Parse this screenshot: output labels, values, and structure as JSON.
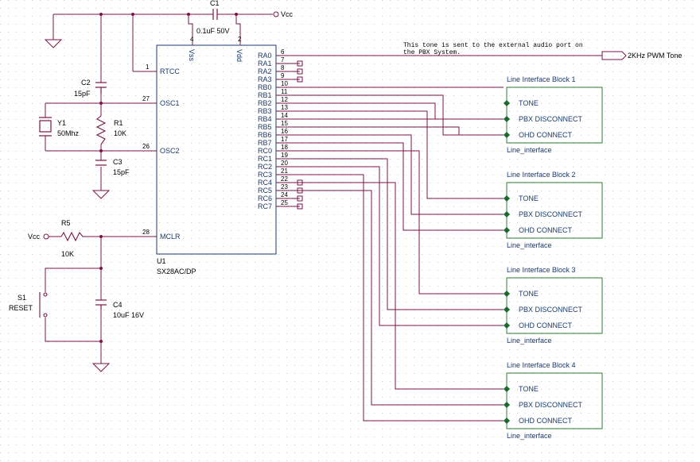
{
  "labels": {
    "vcc_top": "Vcc",
    "vcc_left": "Vcc",
    "c1": "C1",
    "c1_val": "0.1uF 50V",
    "c2": "C2",
    "c2_val": "15pF",
    "c3": "C3",
    "c3_val": "15pF",
    "c4": "C4",
    "c4_val": "10uF 16V",
    "r1": "R1",
    "r1_val": "10K",
    "r5": "R5",
    "r5_val": "10K",
    "y1": "Y1",
    "y1_val": "50Mhz",
    "s1": "S1",
    "s1_val": "RESET",
    "u1": "U1",
    "u1_val": "SX28AC/DP",
    "note_line1": "This tone is sent to the external audio port on",
    "note_line2": "the PBX System.",
    "tone_port": "2KHz PWM Tone"
  },
  "chip_left_pins": [
    {
      "num": "1",
      "name": "RTCC"
    },
    {
      "num": "27",
      "name": "OSC1"
    },
    {
      "num": "26",
      "name": "OSC2"
    },
    {
      "num": "28",
      "name": "MCLR"
    }
  ],
  "chip_top_pins": [
    {
      "num": "4",
      "name": "Vss"
    },
    {
      "num": "2",
      "name": "Vdd"
    }
  ],
  "chip_right_pins": [
    {
      "name": "RA0",
      "num": "6"
    },
    {
      "name": "RA1",
      "num": "7"
    },
    {
      "name": "RA2",
      "num": "8"
    },
    {
      "name": "RA3",
      "num": "9"
    },
    {
      "name": "RB0",
      "num": "10"
    },
    {
      "name": "RB1",
      "num": "11"
    },
    {
      "name": "RB2",
      "num": "12"
    },
    {
      "name": "RB3",
      "num": "13"
    },
    {
      "name": "RB4",
      "num": "14"
    },
    {
      "name": "RB5",
      "num": "15"
    },
    {
      "name": "RB6",
      "num": "16"
    },
    {
      "name": "RB7",
      "num": "17"
    },
    {
      "name": "RC0",
      "num": "18"
    },
    {
      "name": "RC1",
      "num": "19"
    },
    {
      "name": "RC2",
      "num": "20"
    },
    {
      "name": "RC3",
      "num": "21"
    },
    {
      "name": "RC4",
      "num": "22"
    },
    {
      "name": "RC5",
      "num": "23"
    },
    {
      "name": "RC6",
      "num": "24"
    },
    {
      "name": "RC7",
      "num": "25"
    }
  ],
  "blocks": [
    {
      "title": "Line Interface Block 1",
      "type": "Line_interface",
      "ports": [
        "TONE",
        "PBX DISCONNECT",
        "OHD CONNECT"
      ]
    },
    {
      "title": "Line Interface Block 2",
      "type": "Line_interface",
      "ports": [
        "TONE",
        "PBX DISCONNECT",
        "OHD CONNECT"
      ]
    },
    {
      "title": "Line Interface Block 3",
      "type": "Line_interface",
      "ports": [
        "TONE",
        "PBX DISCONNECT",
        "OHD CONNECT"
      ]
    },
    {
      "title": "Line Interface Block 4",
      "type": "Line_interface",
      "ports": [
        "TONE",
        "PBX DISCONNECT",
        "OHD CONNECT"
      ]
    }
  ],
  "colors": {
    "wire": "#7a1448",
    "component": "#7a1448",
    "block_border": "#2e7d32",
    "port_diamond": "#1b6b2a",
    "signal_text": "#1d3a6b",
    "grid_dot": "#c8c8c8",
    "vcc_circle": "#7a1448"
  }
}
